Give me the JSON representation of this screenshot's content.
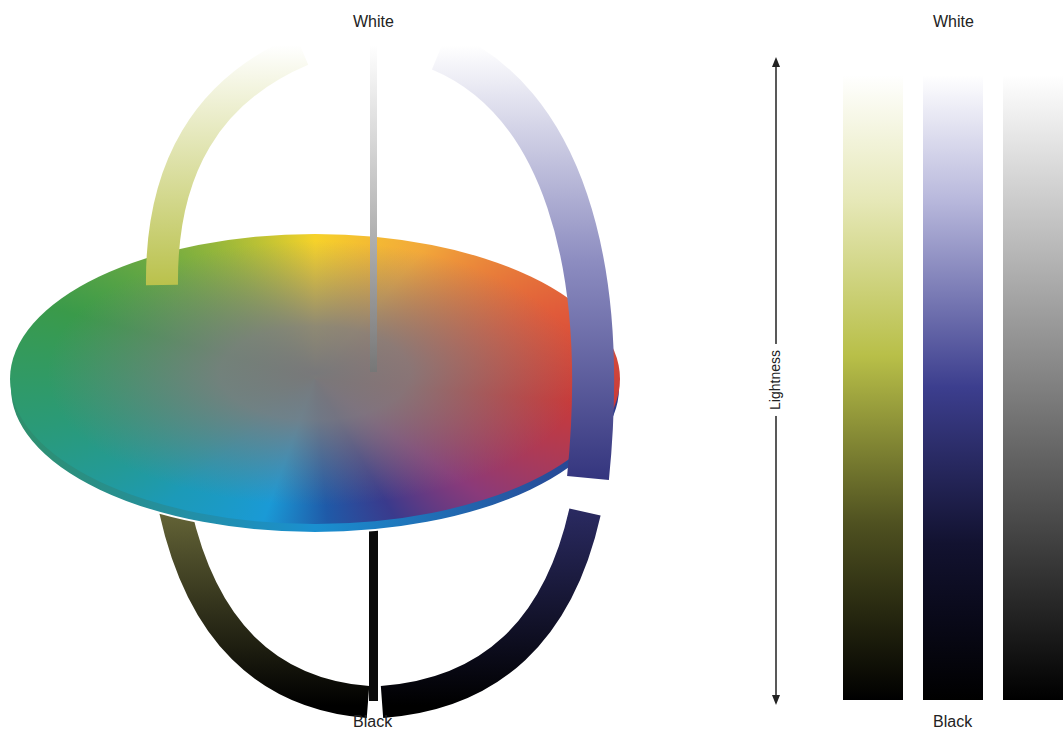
{
  "diagram": {
    "labels": [
      "White",
      "White",
      "Lightness",
      "Black",
      "Black"
    ]
  }
}
